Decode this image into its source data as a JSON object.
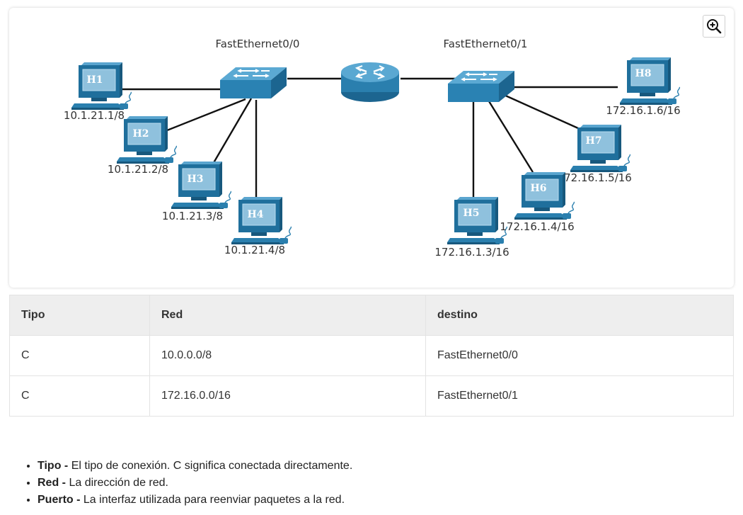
{
  "topology": {
    "interfaces": {
      "left": "FastEthernet0/0",
      "right": "FastEthernet0/1"
    },
    "hosts": [
      {
        "name": "H1",
        "ip": "10.1.21.1/8"
      },
      {
        "name": "H2",
        "ip": "10.1.21.2/8"
      },
      {
        "name": "H3",
        "ip": "10.1.21.3/8"
      },
      {
        "name": "H4",
        "ip": "10.1.21.4/8"
      },
      {
        "name": "H5",
        "ip": "172.16.1.3/16"
      },
      {
        "name": "H6",
        "ip": "172.16.1.4/16"
      },
      {
        "name": "H7",
        "ip": "72.16.1.5/16"
      },
      {
        "name": "H8",
        "ip": "172.16.1.6/16"
      }
    ],
    "zoom_icon": "zoom-in-icon"
  },
  "table": {
    "headers": [
      "Tipo",
      "Red",
      "destino"
    ],
    "rows": [
      [
        "C",
        "10.0.0.0/8",
        "FastEthernet0/0"
      ],
      [
        "C",
        "172.16.0.0/16",
        "FastEthernet0/1"
      ]
    ]
  },
  "legend": [
    {
      "term": "Tipo -",
      "desc": " El tipo de conexión. C significa conectada directamente."
    },
    {
      "term": "Red -",
      "desc": " La dirección de red."
    },
    {
      "term": "Puerto -",
      "desc": " La interfaz utilizada para reenviar paquetes a la red."
    }
  ],
  "colors": {
    "device_blue": "#2a7fae",
    "screen": "#8fc1dd"
  }
}
